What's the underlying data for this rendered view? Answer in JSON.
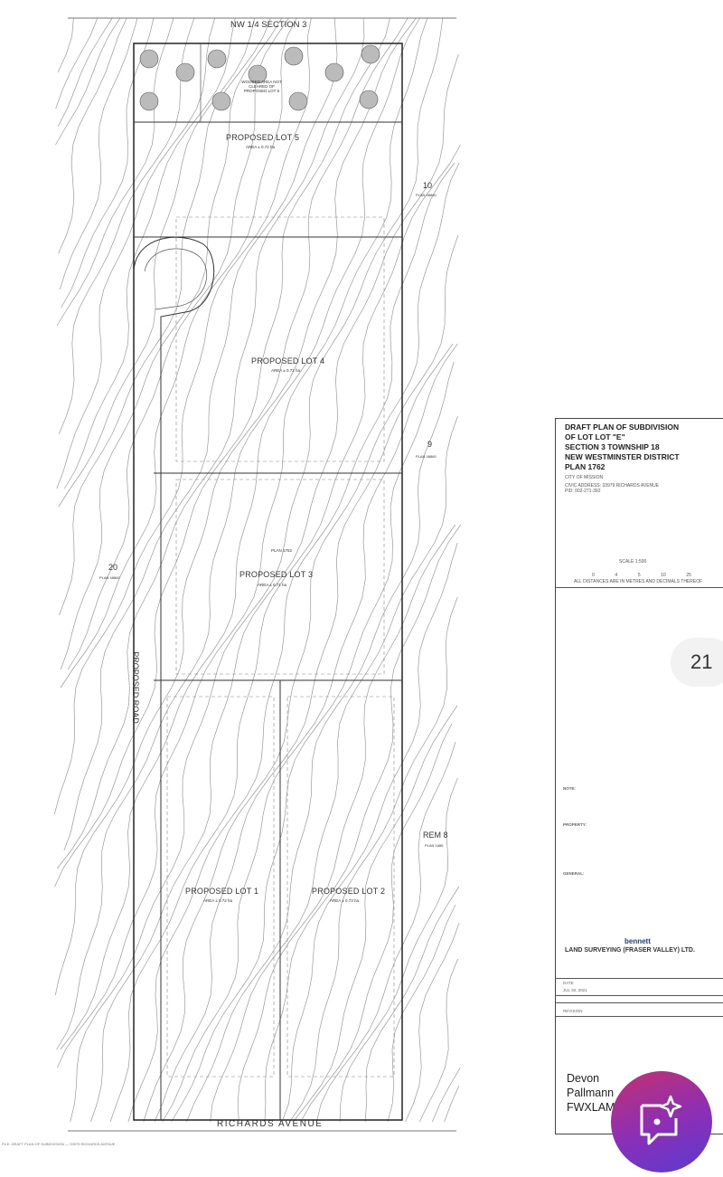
{
  "plan": {
    "north_label": "NW 1/4 SECTION 3",
    "tree_note": "WOODED AREA NOT CLEARED OF PROPOSED LOT 5",
    "lots": [
      {
        "label": "PROPOSED LOT 5",
        "area": "AREA ± 0.72 ha"
      },
      {
        "label": "PROPOSED LOT 4",
        "area": "AREA ± 0.72 ha"
      },
      {
        "label": "PROPOSED LOT 3",
        "area": "AREA ± 0.71 ha"
      },
      {
        "label": "PROPOSED LOT 1",
        "area": "AREA ± 0.72 ha"
      },
      {
        "label": "PROPOSED LOT 2",
        "area": "AREA ± 0.73 ha"
      }
    ],
    "road_label": "PROPOSED ROAD",
    "street_label": "RICHARDS AVENUE",
    "plan_ref": "PLAN 1762",
    "neighbours": [
      {
        "num": "10",
        "plan": "PLAN 48860"
      },
      {
        "num": "9",
        "plan": "PLAN 48860"
      },
      {
        "num": "20",
        "plan": "PLAN 48860"
      },
      {
        "num": "REM 8",
        "plan": "PLAN 1686"
      }
    ],
    "footer": "FILE: DRAFT PLAN OF SUBDIVISION — 33979 RICHARDS AVENUE"
  },
  "title_block": {
    "title_lines": [
      "DRAFT PLAN OF SUBDIVISION",
      "OF LOT LOT \"E\"",
      "SECTION 3 TOWNSHIP 18",
      "NEW WESTMINSTER DISTRICT",
      "PLAN 1762"
    ],
    "city": "CITY OF MISSION",
    "civic": "CIVIC ADDRESS: 33979 RICHARDS AVENUE",
    "pid": "PID: 002-271-392",
    "scale": "SCALE 1:500",
    "scale_ticks": [
      "0",
      "4",
      "5",
      "10",
      "25"
    ],
    "units_note": "ALL DISTANCES ARE IN METRES AND DECIMALS THEREOF",
    "note_heading": "NOTE:",
    "property_heading": "PROPERTY:",
    "general_heading": "GENERAL:",
    "company": "bennett",
    "company_sub": "LAND SURVEYING (FRASER VALLEY) LTD.",
    "date_label": "DATE",
    "date_value": "JUL 30, 2021",
    "revision_label": "REVISION",
    "signature_lines": [
      "Devon",
      "Pallmann",
      "FWXLAM"
    ]
  },
  "page_badge": "21",
  "colors": {
    "fab_start": "#c2306f",
    "fab_end": "#5a3bd0"
  }
}
